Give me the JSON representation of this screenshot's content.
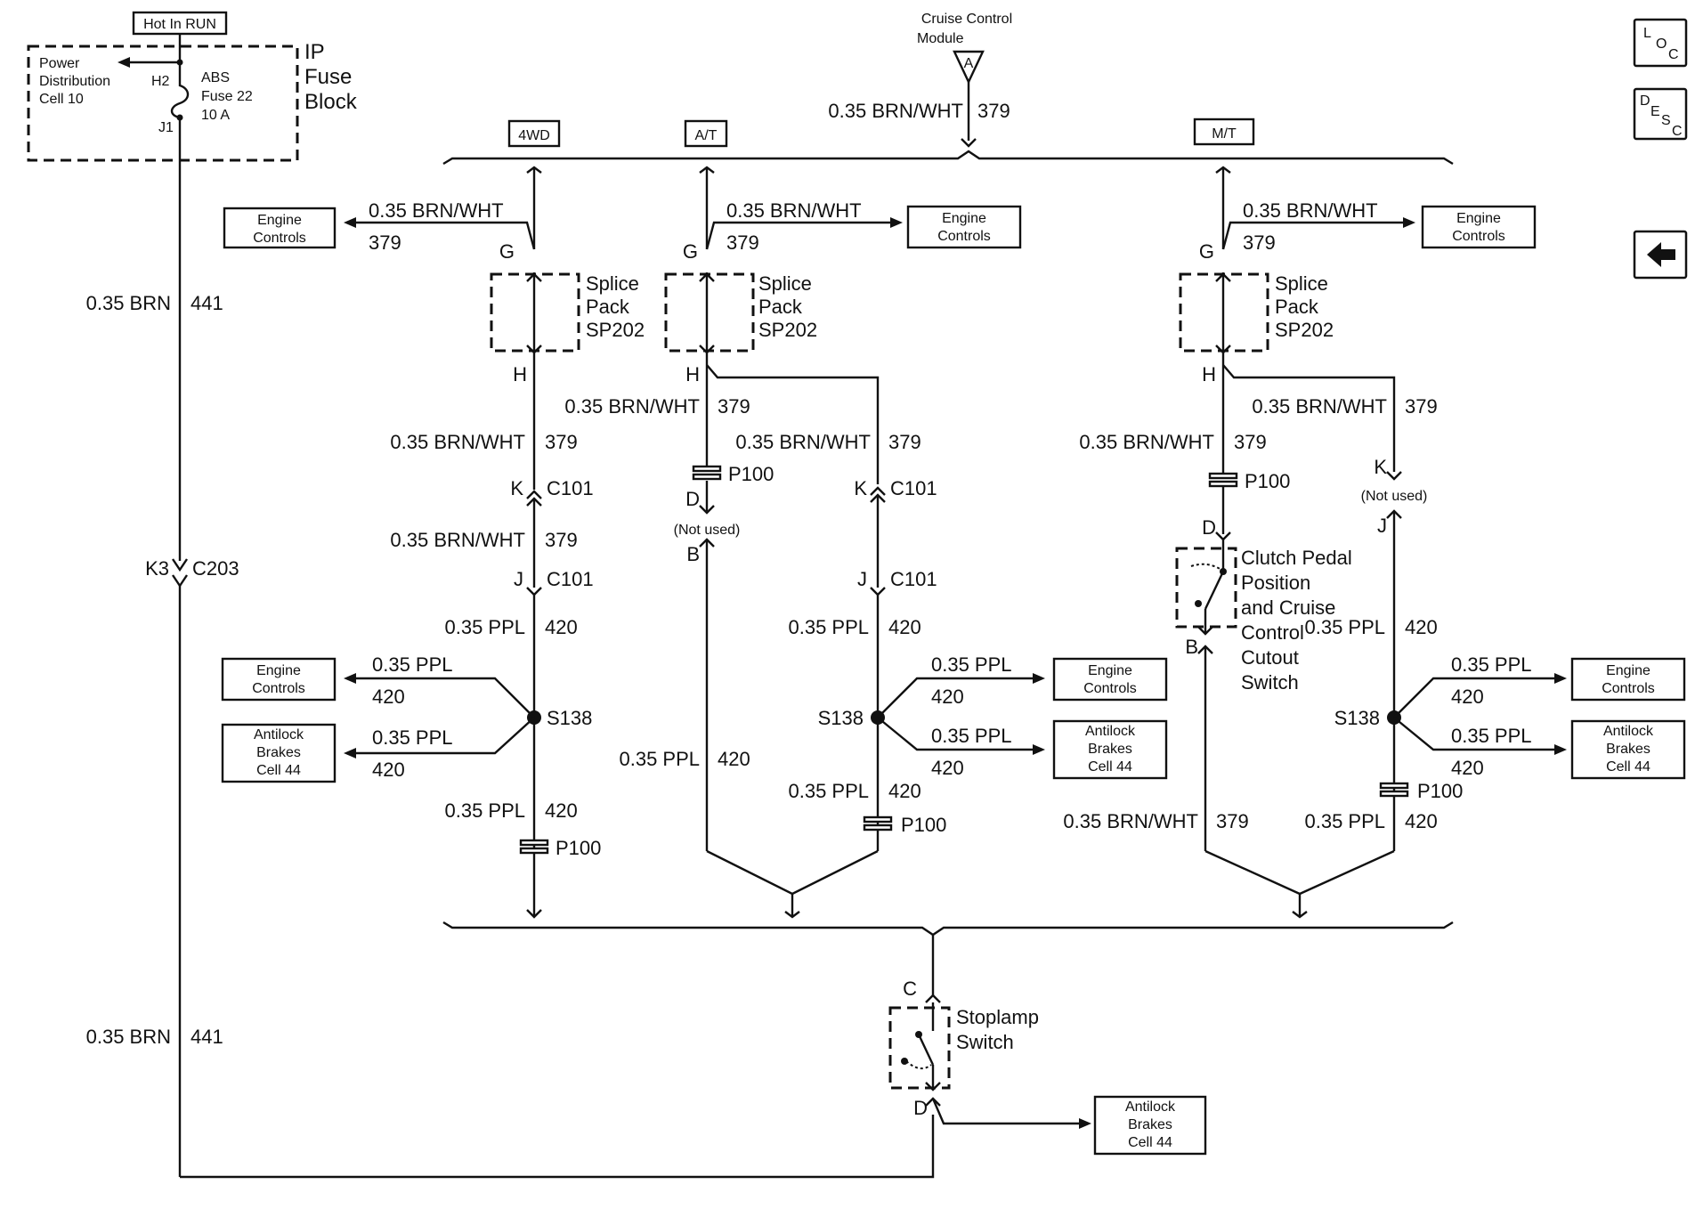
{
  "hot_in_run": "Hot In RUN",
  "fuse_block": {
    "title_line1": "IP",
    "title_line2": "Fuse",
    "title_line3": "Block",
    "power_dist": [
      "Power",
      "Distribution",
      "Cell 10"
    ],
    "h2": "H2",
    "j1": "J1",
    "fuse": [
      "ABS",
      "Fuse 22",
      "10 A"
    ]
  },
  "cruise_module": {
    "line1": "Cruise Control",
    "line2": "Module",
    "pin": "A"
  },
  "top_wire": {
    "gauge": "0.35 BRN/WHT",
    "circuit": "379"
  },
  "options": {
    "fwd": "4WD",
    "at": "A/T",
    "mt": "M/T"
  },
  "wires": {
    "brnwht": "0.35 BRN/WHT",
    "ppl": "0.35 PPL",
    "brn": "0.35 BRN",
    "c379": "379",
    "c420": "420",
    "c441": "441"
  },
  "boxes": {
    "engine_controls": [
      "Engine",
      "Controls"
    ],
    "antilock": [
      "Antilock",
      "Brakes",
      "Cell 44"
    ]
  },
  "splice_pack": [
    "Splice",
    "Pack",
    "SP202"
  ],
  "pins": {
    "g": "G",
    "h": "H",
    "k": "K",
    "j": "J",
    "d": "D",
    "b": "B",
    "c": "C",
    "k3": "K3"
  },
  "connectors": {
    "c101": "C101",
    "c203": "C203",
    "p100": "P100",
    "s138": "S138"
  },
  "not_used": "(Not used)",
  "clutch_switch": [
    "Clutch Pedal",
    "Position",
    "and Cruise",
    "Control",
    "Cutout",
    "Switch"
  ],
  "stoplamp": [
    "Stoplamp",
    "Switch"
  ],
  "nav": {
    "loc": {
      "l": "L",
      "o": "O",
      "c": "C"
    },
    "desc": {
      "d": "D",
      "e": "E",
      "s": "S",
      "c": "C"
    },
    "back": "back-arrow-icon"
  }
}
